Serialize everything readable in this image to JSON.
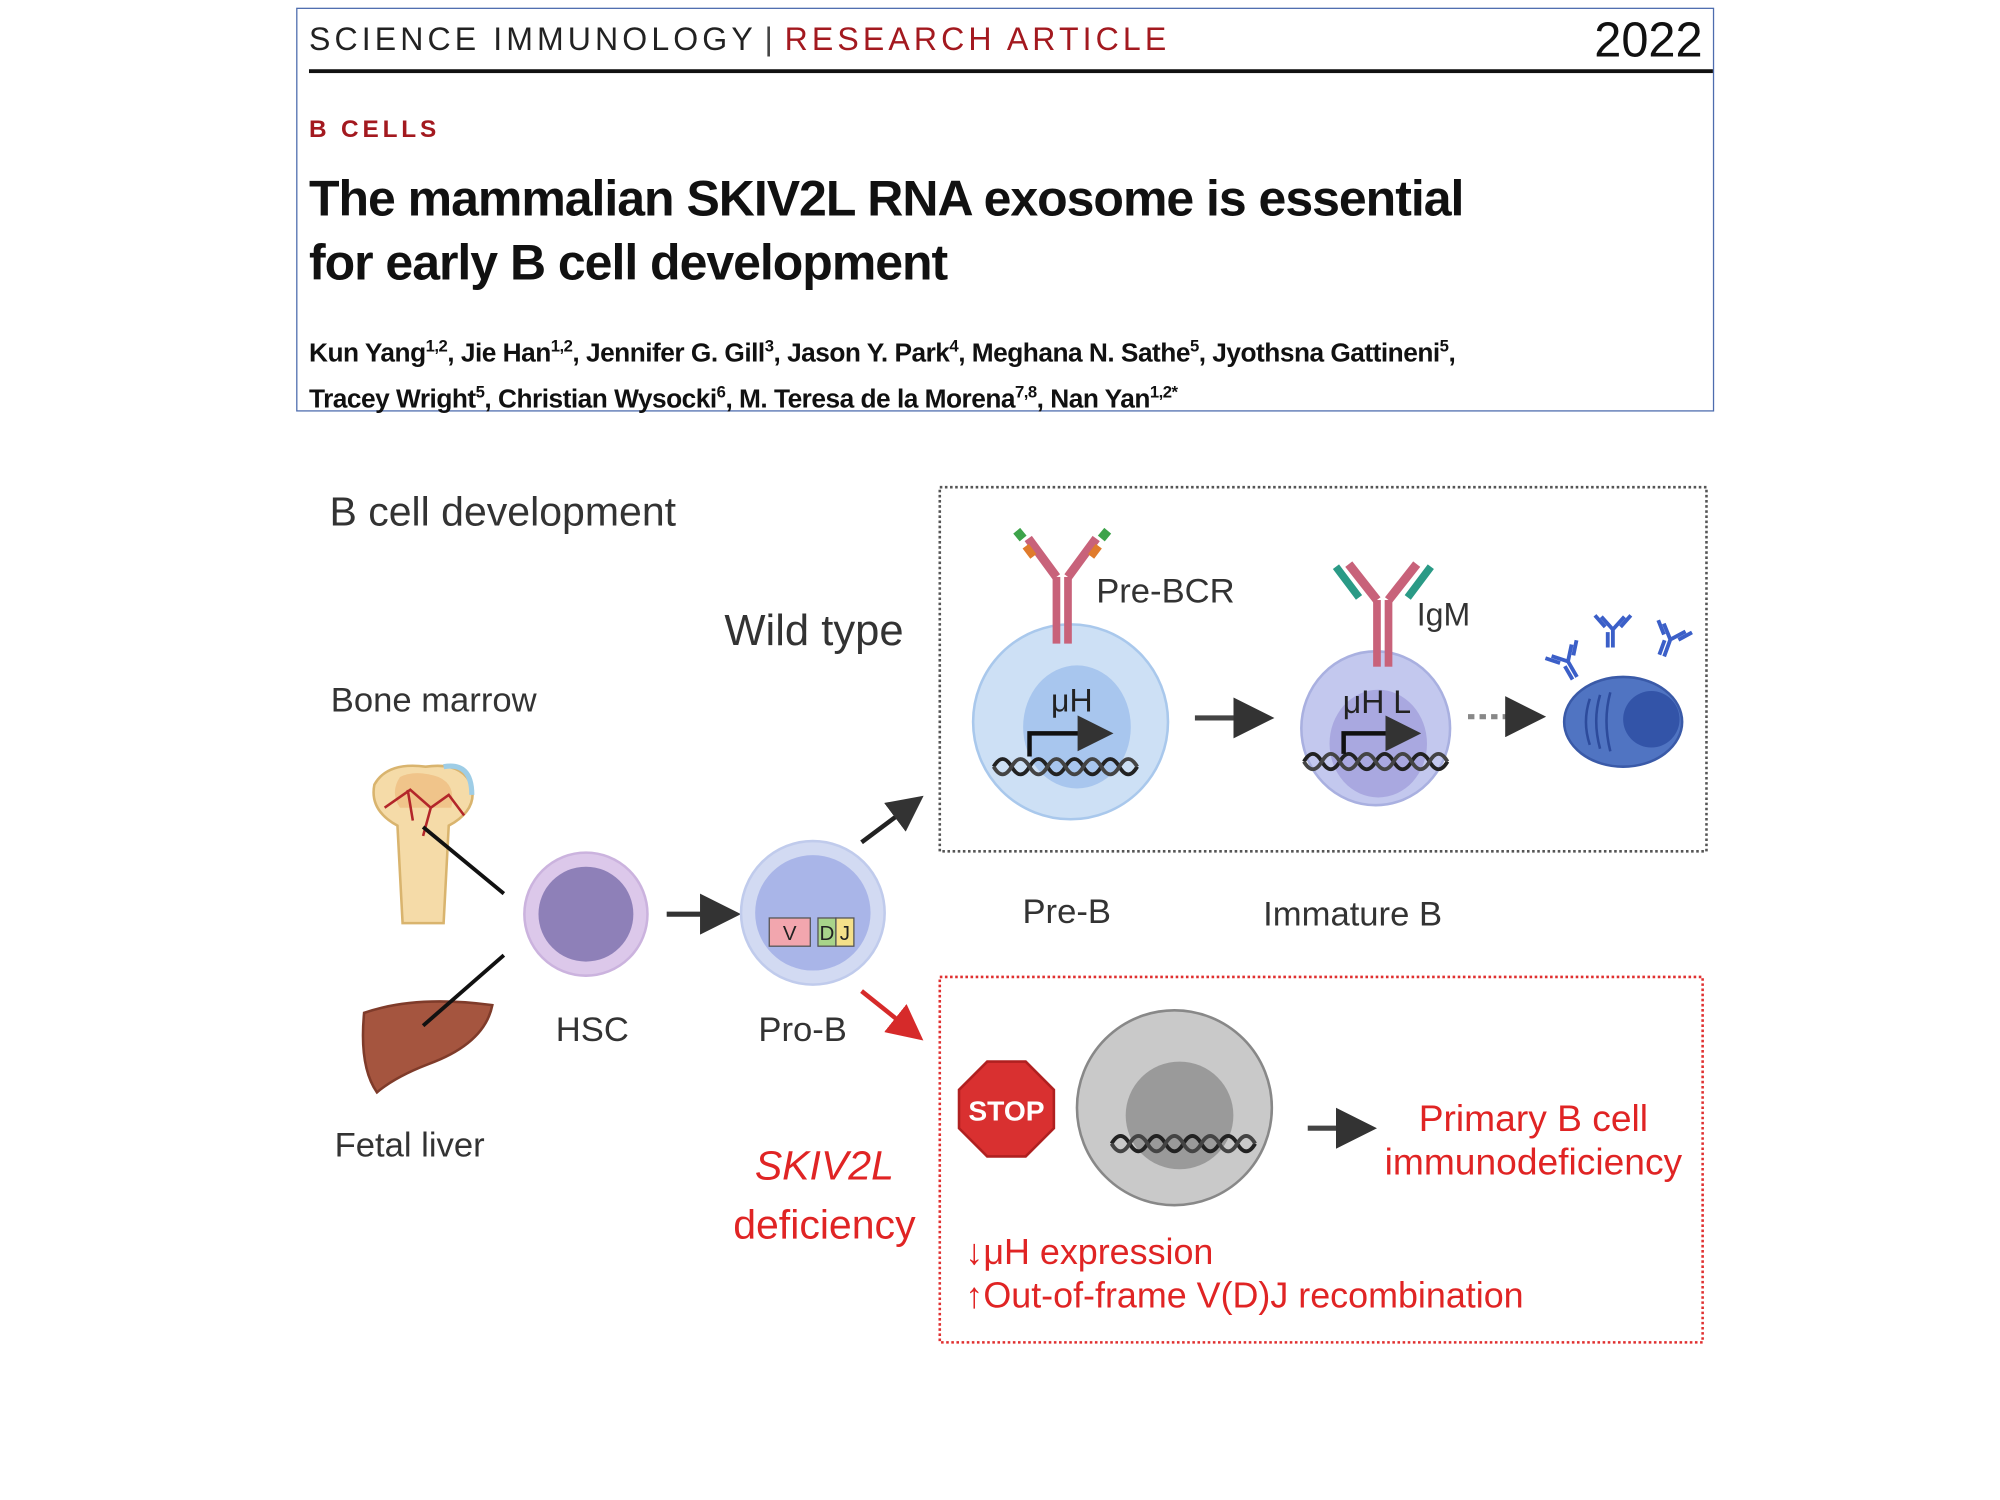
{
  "header": {
    "journal": "SCIENCE IMMUNOLOGY",
    "separator": "|",
    "article_type": "RESEARCH ARTICLE",
    "year": "2022",
    "section": "B CELLS",
    "title_line1": "The mammalian SKIV2L RNA exosome is essential",
    "title_line2": "for early B cell development",
    "authors": [
      {
        "name": "Kun Yang",
        "aff": "1,2"
      },
      {
        "name": "Jie Han",
        "aff": "1,2"
      },
      {
        "name": "Jennifer G. Gill",
        "aff": "3"
      },
      {
        "name": "Jason Y. Park",
        "aff": "4"
      },
      {
        "name": "Meghana N. Sathe",
        "aff": "5"
      },
      {
        "name": "Jyothsna Gattineni",
        "aff": "5"
      },
      {
        "name": "Tracey Wright",
        "aff": "5"
      },
      {
        "name": "Christian Wysocki",
        "aff": "6"
      },
      {
        "name": "M. Teresa de la Morena",
        "aff": "7,8"
      },
      {
        "name": "Nan Yan",
        "aff": "1,2*"
      }
    ]
  },
  "figure": {
    "heading": "B cell development",
    "bone_marrow": "Bone marrow",
    "fetal_liver": "Fetal liver",
    "hsc": "HSC",
    "pro_b": "Pro-B",
    "vdj": {
      "v": "V",
      "d": "D",
      "j": "J"
    },
    "wild_type": "Wild type",
    "pre_bcr": "Pre-BCR",
    "igm": "IgM",
    "mu_h": "μH",
    "mu_h_l": "μH L",
    "pre_b": "Pre-B",
    "immature_b": "Immature B",
    "deficiency_gene": "SKIV2L",
    "deficiency_word": "deficiency",
    "stop": "STOP",
    "outcome_line1": "Primary B cell",
    "outcome_line2": "immunodeficiency",
    "effect1": "↓μH expression",
    "effect2": "↑Out-of-frame V(D)J recombination",
    "colors": {
      "red": "#e02424",
      "journal_red": "#a3191f",
      "border_blue": "#4d6cae"
    }
  }
}
